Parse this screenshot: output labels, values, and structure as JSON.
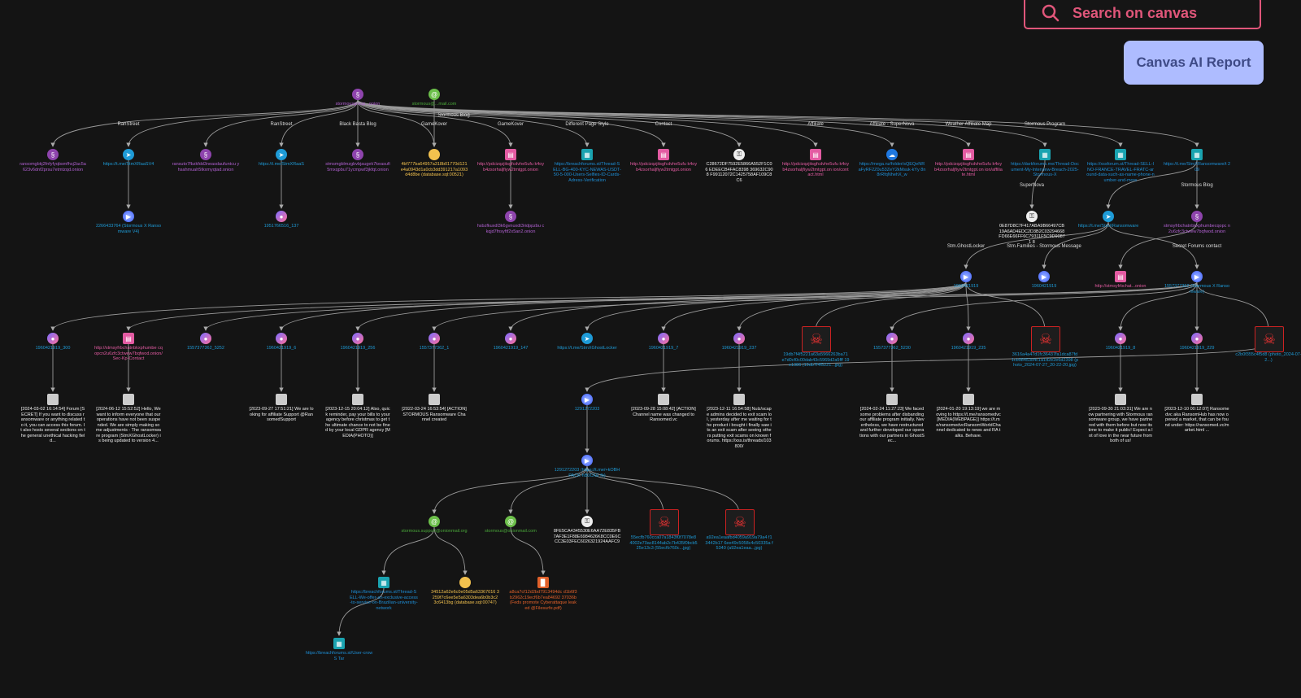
{
  "search": {
    "placeholder": "Search on canvas",
    "value": ""
  },
  "toolbar": {
    "ai_report_label": "Canvas AI Report"
  },
  "colors": {
    "accent": "#e0567a",
    "button": "#aebcff",
    "tor": "#8e44ad",
    "telegram": "#1e9bd7",
    "web": "#e35ba2",
    "forum": "#1aa3b0",
    "btc": "#f2c14e",
    "email": "#6cbf4a",
    "pgp": "#eeeeee",
    "pdf": "#e0602a",
    "cloud": "#1f78e0"
  },
  "nodes": [
    {
      "id": "root",
      "type": "tor",
      "icon": "tor-icon",
      "label": "stormousgroup...onion"
    },
    {
      "id": "email0",
      "type": "email",
      "icon": "email-icon",
      "label": "stormous@...mail.com"
    },
    {
      "id": "a1",
      "type": "tor",
      "icon": "tor-icon",
      "label": "ransomgbkj2fnfyfyqbsmfhsj2ac5a623v6dnf2prsu7etmtzqd.onion"
    },
    {
      "id": "a2",
      "type": "telegram",
      "icon": "telegram-icon",
      "label": "https://t.me/StmXRaaSV4"
    },
    {
      "id": "a3",
      "type": "tor",
      "icon": "tor-icon",
      "label": "ransuto7fbzkfdd3neasdaufuntcu yhsahmuah5tkxmyqtad.onion"
    },
    {
      "id": "a4",
      "type": "telegram",
      "icon": "telegram-icon",
      "label": "https://t.me/StmXRaaS"
    },
    {
      "id": "a5",
      "type": "tor",
      "icon": "tor-icon",
      "label": "stmsmgblmzgbvbjaugek7keasufi 5mxqpbu71ycmpwf3jkfqt.onion"
    },
    {
      "id": "a6",
      "type": "btc",
      "icon": "bitcoin-icon",
      "label": "4bf777ba64957a318b01770d121 e4a0943d1a0cb3dd391217a1093 d4d8be (database.sql:00521)"
    },
    {
      "id": "a7",
      "type": "web",
      "icon": "web-page-icon",
      "label": "http://pdcizqzjitsgfcdvhe5ufu k4oyb4zsorhaljfiyw2tmtgpt.onion"
    },
    {
      "id": "a8",
      "type": "forum",
      "icon": "forum-icon",
      "label": "https://breachforums.st/Thread-SELL-BG-400-KYC-NEWAS-USDT-50-5-000-Users-Selfies-ID-Cards-Adress-Verification"
    },
    {
      "id": "a9",
      "type": "web",
      "icon": "web-page-icon",
      "label": "http://pdcizqzjitsgfcdvhe5ufu k4oyb4zsorhaljfiyw2tmtgpt.onion"
    },
    {
      "id": "a10",
      "type": "pgp",
      "icon": "pgp-key-icon",
      "label": "C28672DF7592E5866A552F1C06 EDEECB4FAC8398 369632C908 F99112072C1425758AF109C8C6"
    },
    {
      "id": "a11",
      "type": "web",
      "icon": "web-page-icon",
      "label": "http://pdcizqzjitsgfcdvhe5ufu k4oyb4zsorhaljfiyw2tmtgpt.on ion/contact.html"
    },
    {
      "id": "a12",
      "type": "cloud",
      "icon": "cloud-icon",
      "label": "https://mega.nz/folder/sQEQeNR aFyRF2Z0u53ZeY2kMsuk-kYy 8n8rRfqNhehX_w"
    },
    {
      "id": "a13",
      "type": "web",
      "icon": "web-page-icon",
      "label": "http://pdcizqzjitsgfcdvhe5ufu k4oyb4zsorhaljfiyw2tmtgpt.on ion/affiliate.html"
    },
    {
      "id": "a14",
      "type": "forum",
      "icon": "forum-icon",
      "label": "https://darkforums.me/Thread-Document-My-Interview-Breach-2025-Stormous-X"
    },
    {
      "id": "a15",
      "type": "forum",
      "icon": "forum-icon",
      "label": "https://xssforum.st/Thread-SELL-INO-FRANCE-TRAVEL-FRATC-around-data-such-as-name-phone-number-and-more"
    },
    {
      "id": "a16",
      "type": "forum",
      "icon": "forum-icon",
      "label": "https://t.me/StmXRansomware/t 209"
    },
    {
      "id": "b1",
      "type": "channel",
      "icon": "telegram-channel-icon",
      "label": "2266433764 (Stormous X Ransomware V4)"
    },
    {
      "id": "b2",
      "type": "message",
      "icon": "telegram-message-icon",
      "label": "1951766516_137"
    },
    {
      "id": "b3",
      "type": "tor",
      "icon": "tor-icon",
      "label": "hsbzfkuxdl3k6gvnuxdt3ridppzbu ckqjd7fnsyftf2x5an2.onion"
    },
    {
      "id": "b4",
      "type": "pgp",
      "icon": "pgp-key-icon",
      "label": "0E87D8C7F417ABA9B66497CB 19A6AD4EDC2D3B2C03294668 FD66E66FF6C79311F5C9D90871 8"
    },
    {
      "id": "b5",
      "type": "telegram",
      "icon": "telegram-icon",
      "label": "https://t.me/StmXRansomware"
    },
    {
      "id": "b6",
      "type": "tor",
      "icon": "tor-icon",
      "label": "stmsyfrbchatnbkxphumbecqopc n2u6zfc3ctwew7bqfwod.onion"
    },
    {
      "id": "c1",
      "type": "channel",
      "icon": "telegram-channel-icon",
      "label": "1960421919"
    },
    {
      "id": "c2",
      "type": "channel",
      "icon": "telegram-channel-icon",
      "label": "1960421919"
    },
    {
      "id": "c3",
      "type": "web",
      "icon": "web-page-icon",
      "label": "http://stmsyfrbchat...onion"
    },
    {
      "id": "c4",
      "type": "channel",
      "icon": "telegram-channel-icon",
      "label": "1557377362 (Stormous X Ransomware)"
    },
    {
      "id": "m1",
      "type": "message",
      "icon": "telegram-message-icon",
      "label": "1960421919_300"
    },
    {
      "id": "m2",
      "type": "web",
      "icon": "web-page-icon",
      "label": "http://stmsyfrbchatnbkxphumbe cqopcn2u6zfc3ctwew7bqfwod.onion/Sec-Kp-Contact"
    },
    {
      "id": "m3",
      "type": "message",
      "icon": "telegram-message-icon",
      "label": "1557377362_5252"
    },
    {
      "id": "m4",
      "type": "message",
      "icon": "telegram-message-icon",
      "label": "1960421919_6"
    },
    {
      "id": "m5",
      "type": "message",
      "icon": "telegram-message-icon",
      "label": "1960421919_256"
    },
    {
      "id": "m6",
      "type": "message",
      "icon": "telegram-message-icon",
      "label": "1557377362_1"
    },
    {
      "id": "m7",
      "type": "message",
      "icon": "telegram-message-icon",
      "label": "1960421919_147"
    },
    {
      "id": "m8",
      "type": "telegram",
      "icon": "telegram-icon",
      "label": "https://t.me/StmXGhostLocker"
    },
    {
      "id": "m9",
      "type": "message",
      "icon": "telegram-message-icon",
      "label": "1960421919_7"
    },
    {
      "id": "m10",
      "type": "message",
      "icon": "telegram-message-icon",
      "label": "1960421919_237"
    },
    {
      "id": "m11",
      "type": "image",
      "icon": "image-icon",
      "label": "19db7f4f5221a63a5966263ba71 e7d0cf0c00dab43c5969d2a5fff 19e1986 (19db7f4f5221...jpg)"
    },
    {
      "id": "m12",
      "type": "message",
      "icon": "telegram-message-icon",
      "label": "1557377362_5230"
    },
    {
      "id": "m13",
      "type": "message",
      "icon": "telegram-message-icon",
      "label": "1960421919_235"
    },
    {
      "id": "m14",
      "type": "image",
      "icon": "image-icon",
      "label": "3616a4a47d1fc36437fa1dca87fd 1cb98453d4c1a1d2e2e6d2398 (photo_2024-07-27_20-22-20.jpg)"
    },
    {
      "id": "m15",
      "type": "message",
      "icon": "telegram-message-icon",
      "label": "1960421919_8"
    },
    {
      "id": "m16",
      "type": "message",
      "icon": "telegram-message-icon",
      "label": "1960421919_229"
    },
    {
      "id": "m17",
      "type": "image",
      "icon": "image-icon",
      "label": "c2b0f355c4f5d8 (photo_2024-07-2...)"
    },
    {
      "id": "t1",
      "type": "note",
      "icon": "note-icon",
      "label": "[2024-03-02 16:14:54] Forum [SECRET] If you want to discuss ransomware or anything related to it, you can access this forum. It also hosts several sections on the general unethical hacking field..."
    },
    {
      "id": "t2",
      "type": "note",
      "icon": "note-icon",
      "label": "[2024-06-12 15:52:52] Hello, We want to inform everyone that our operations have not been suspended. We are simply making some adjustments - The ransomware program (StmXGhostLocker) is being updated to version 4..."
    },
    {
      "id": "t3",
      "type": "note",
      "icon": "note-icon",
      "label": "[2023-09-27 17:51:21] We are looking for affiliate Support @RansomedSupport"
    },
    {
      "id": "t4",
      "type": "note",
      "icon": "note-icon",
      "label": "[2023-12-15 20:04:12] Also, quick reminder, pay your bills to your agency before christmas to get the ultimate chance to not be fined by your local GDPR agency [MEDIA(PHOTO)]"
    },
    {
      "id": "t5",
      "type": "note",
      "icon": "note-icon",
      "label": "[2022-03-24 16:53:54] [ACTION] STORMOUS Ransomware Channel created"
    },
    {
      "id": "t6",
      "type": "channel",
      "icon": "telegram-channel-icon",
      "label": "1291272203"
    },
    {
      "id": "t7",
      "type": "note",
      "icon": "note-icon",
      "label": "[2023-09-28 15:08:42] [ACTION] Channel name was changed to Ransomed.vc"
    },
    {
      "id": "t8",
      "type": "note",
      "icon": "note-icon",
      "label": "[2023-12-11 16:54:58] Nulz/scape admins decided to exit scam lol, yesterday after me waiting for the product i bought i finally saw its an exit scam after seeing others putting exit scams on known forums. https://xss.is/threads/103800/"
    },
    {
      "id": "t9",
      "type": "note",
      "icon": "note-icon",
      "label": "[2024-02-24 11:27:23] We faced some problems after disbanding our affiliate program initially. Nevertheless, we have restructured and further developed our operations with our partners in GhostSec..."
    },
    {
      "id": "t10",
      "type": "note",
      "icon": "note-icon",
      "label": "[2024-01-20 19:13:19] we are moving to https://t.me/ransomedvc[MEDIA(WEBPAGE)] https://t.me/ransomedvcRansomWorldChannel dedicated to news and RA talks. Behave."
    },
    {
      "id": "t11",
      "type": "note",
      "icon": "note-icon",
      "label": "[2023-09-30 21:03:31] We are now partnering with Stormous ransomware group, we have partnered with them before but now its time to make it public! Expect a lot of love in the near future from both of us!"
    },
    {
      "id": "t12",
      "type": "note",
      "icon": "note-icon",
      "label": "[2023-12-10 00:12:07] Ransomedvc aka RansomHub has now opened a market, that can be found under: https://ransomed.vc/market.html ..."
    },
    {
      "id": "u1",
      "type": "channel",
      "icon": "telegram-channel-icon",
      "label": "1291272203 (https://t.me/+kOBHPACK-hB0CKE fb)"
    },
    {
      "id": "v1",
      "type": "email",
      "icon": "email-icon",
      "label": "stormous.support@onionmail.org"
    },
    {
      "id": "v2",
      "type": "email",
      "icon": "email-icon",
      "label": "stormous@onionmail.com"
    },
    {
      "id": "v3",
      "type": "pgp",
      "icon": "pgp-key-icon",
      "label": "8FE5CA4345530E6AA72E835FB 7AF3E1F88E6984626K8CC0E6C CC3E03FEC6026321924AAFC9"
    },
    {
      "id": "v4",
      "type": "image",
      "icon": "image-icon",
      "label": "55ecfb760cca07a1843f0f7078e8 4002e70ac8144ab2c7b435f0bcb525e13c3 (55ecfb760c...jpg)"
    },
    {
      "id": "v5",
      "type": "image",
      "icon": "image-icon",
      "label": "a92ea1eaafbd4059a919a79a4 f1 3442b17 6ee49c5058c4c50335a f5340 (a92ea1eaa...jpg)"
    },
    {
      "id": "w1",
      "type": "forum",
      "icon": "forum-icon",
      "label": "https://breachforums.st/Thread-SELL-We-offer-an-exclusive-access-to-service-on-Brazilian-university-network"
    },
    {
      "id": "w2",
      "type": "btc",
      "icon": "bitcoin-icon",
      "label": "34512a62e6c0e05d5a63367016 3259f7c6ee5e5a6303dea6b0b3c2 3c6413bg (database.sql:00747)"
    },
    {
      "id": "w3",
      "type": "pdf",
      "icon": "pdf-icon",
      "label": "a8ca7cf12d2bd7913494dc d1b6f3b2962c19ecf6b7ea84692 37036b (Feds promote Cyberattaque leaked @Filesurfe.pdf)"
    },
    {
      "id": "x1",
      "type": "forum",
      "icon": "forum-icon",
      "label": "https://breachforums.st/User-crowS Tar"
    }
  ],
  "edges": [
    {
      "from": "root",
      "to": "a1",
      "label": ""
    },
    {
      "from": "root",
      "to": "a2",
      "label": "RanStreet"
    },
    {
      "from": "root",
      "to": "a3",
      "label": ""
    },
    {
      "from": "root",
      "to": "a4",
      "label": "RanStreet"
    },
    {
      "from": "root",
      "to": "a5",
      "label": "Black Basta Blog"
    },
    {
      "from": "root",
      "to": "a6",
      "label": "GameKover"
    },
    {
      "from": "email0",
      "to": "a6",
      "label": "Stormous Blog"
    },
    {
      "from": "root",
      "to": "a7",
      "label": "GameKover"
    },
    {
      "from": "root",
      "to": "a8",
      "label": "Different Page Style"
    },
    {
      "from": "root",
      "to": "a9",
      "label": "Contact"
    },
    {
      "from": "root",
      "to": "a10",
      "label": ""
    },
    {
      "from": "root",
      "to": "a11",
      "label": "Affiliate"
    },
    {
      "from": "root",
      "to": "a12",
      "label": "Affiliate - SuperNova"
    },
    {
      "from": "root",
      "to": "a13",
      "label": "Weather Affiliate Map"
    },
    {
      "from": "root",
      "to": "a14",
      "label": "Stormous Program"
    },
    {
      "from": "root",
      "to": "a15",
      "label": ""
    },
    {
      "from": "root",
      "to": "a16",
      "label": ""
    },
    {
      "from": "a2",
      "to": "b1",
      "label": ""
    },
    {
      "from": "a4",
      "to": "b2",
      "label": ""
    },
    {
      "from": "a7",
      "to": "b3",
      "label": ""
    },
    {
      "from": "a14",
      "to": "b4",
      "label": "SuperNova"
    },
    {
      "from": "a16",
      "to": "b5",
      "label": ""
    },
    {
      "from": "a16",
      "to": "b6",
      "label": "Stormous Blog"
    },
    {
      "from": "b5",
      "to": "c1",
      "label": "Stm.GhostLocker"
    },
    {
      "from": "b5",
      "to": "c2",
      "label": "Stm.Families - Stormous Message"
    },
    {
      "from": "b6",
      "to": "c3",
      "label": ""
    },
    {
      "from": "b5",
      "to": "c4",
      "label": "Secret Forums contact"
    },
    {
      "from": "c1",
      "to": "m1",
      "label": ""
    },
    {
      "from": "c4",
      "to": "m2",
      "label": ""
    },
    {
      "from": "c4",
      "to": "m3",
      "label": ""
    },
    {
      "from": "c1",
      "to": "m4",
      "label": ""
    },
    {
      "from": "c1",
      "to": "m5",
      "label": ""
    },
    {
      "from": "c4",
      "to": "m6",
      "label": ""
    },
    {
      "from": "c1",
      "to": "m7",
      "label": ""
    },
    {
      "from": "c1",
      "to": "m8",
      "label": ""
    },
    {
      "from": "c1",
      "to": "m9",
      "label": ""
    },
    {
      "from": "c1",
      "to": "m10",
      "label": ""
    },
    {
      "from": "c1",
      "to": "m11",
      "label": ""
    },
    {
      "from": "c4",
      "to": "m12",
      "label": ""
    },
    {
      "from": "c1",
      "to": "m13",
      "label": ""
    },
    {
      "from": "c1",
      "to": "m14",
      "label": ""
    },
    {
      "from": "c4",
      "to": "m15",
      "label": ""
    },
    {
      "from": "c4",
      "to": "m16",
      "label": ""
    },
    {
      "from": "c4",
      "to": "m17",
      "label": ""
    },
    {
      "from": "m1",
      "to": "t1",
      "label": ""
    },
    {
      "from": "m2",
      "to": "t2",
      "label": ""
    },
    {
      "from": "m4",
      "to": "t3",
      "label": ""
    },
    {
      "from": "m5",
      "to": "t4",
      "label": ""
    },
    {
      "from": "m6",
      "to": "t5",
      "label": ""
    },
    {
      "from": "m17",
      "to": "t6",
      "label": ""
    },
    {
      "from": "m9",
      "to": "t7",
      "label": ""
    },
    {
      "from": "m10",
      "to": "t8",
      "label": ""
    },
    {
      "from": "m12",
      "to": "t9",
      "label": ""
    },
    {
      "from": "m13",
      "to": "t10",
      "label": ""
    },
    {
      "from": "m15",
      "to": "t11",
      "label": ""
    },
    {
      "from": "m16",
      "to": "t12",
      "label": ""
    },
    {
      "from": "t6",
      "to": "u1",
      "label": ""
    },
    {
      "from": "u1",
      "to": "v1",
      "label": ""
    },
    {
      "from": "u1",
      "to": "v2",
      "label": ""
    },
    {
      "from": "u1",
      "to": "v3",
      "label": ""
    },
    {
      "from": "u1",
      "to": "v4",
      "label": ""
    },
    {
      "from": "u1",
      "to": "v5",
      "label": ""
    },
    {
      "from": "v1",
      "to": "w1",
      "label": ""
    },
    {
      "from": "v1",
      "to": "w2",
      "label": ""
    },
    {
      "from": "v2",
      "to": "w3",
      "label": ""
    },
    {
      "from": "w1",
      "to": "x1",
      "label": ""
    }
  ]
}
